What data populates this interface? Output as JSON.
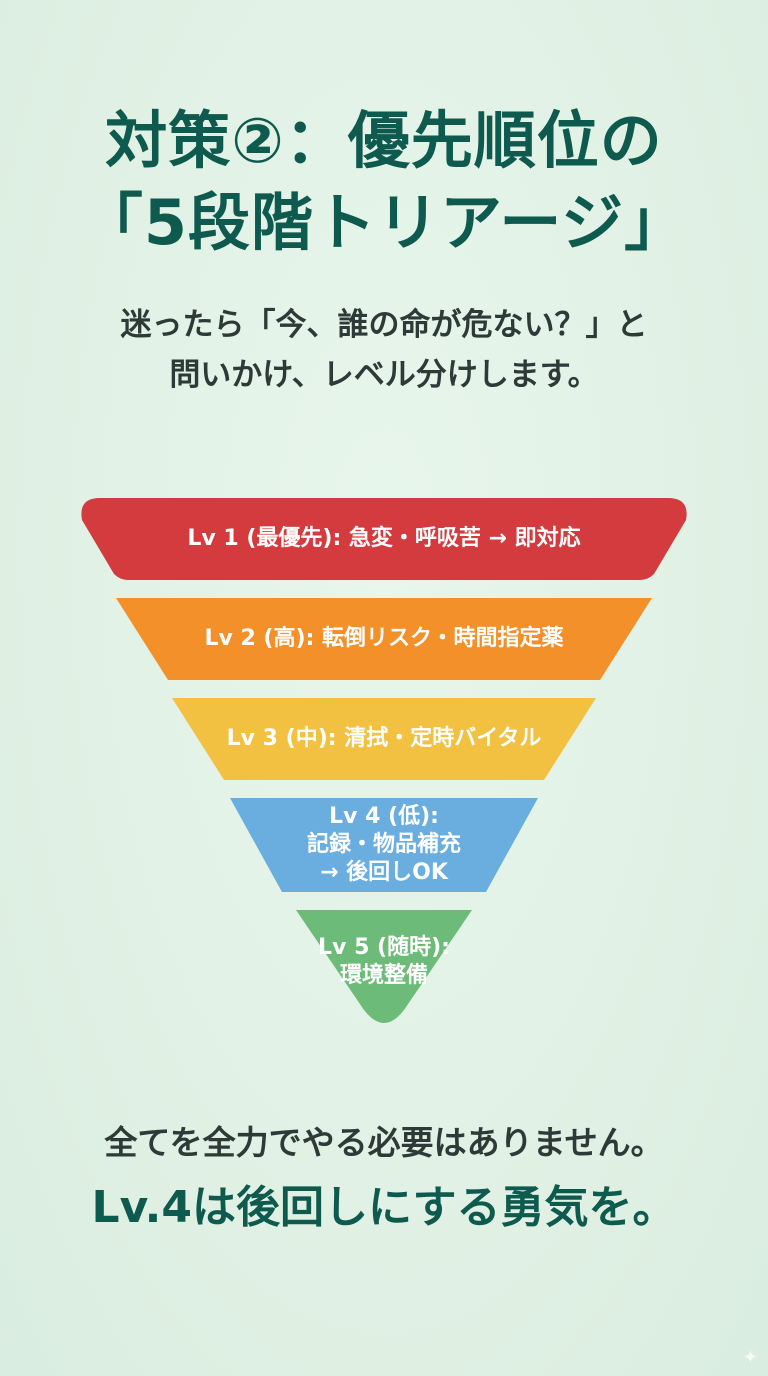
{
  "title": {
    "line1": "対策②：優先順位の",
    "line2": "「5段階トリアージ」"
  },
  "subtitle": {
    "line1": "迷ったら「今、誰の命が危ない？」と",
    "line2": "問いかけ、レベル分けします。"
  },
  "levels": [
    {
      "lines": [
        "Lv 1 (最優先): 急変・呼吸苦 → 即対応"
      ],
      "color": "#d33b3e"
    },
    {
      "lines": [
        "Lv 2 (高): 転倒リスク・時間指定薬"
      ],
      "color": "#f4902a"
    },
    {
      "lines": [
        "Lv 3 (中): 清拭・定時バイタル"
      ],
      "color": "#f2c142"
    },
    {
      "lines": [
        "Lv 4 (低):",
        "記録・物品補充",
        "→ 後回しOK"
      ],
      "color": "#6aaee0"
    },
    {
      "lines": [
        "Lv 5 (随時):",
        "環境整備"
      ],
      "color": "#6cbb78"
    }
  ],
  "footer": {
    "line1": "全てを全力でやる必要はありません。",
    "line2": "Lv.4は後回しにする勇気を。"
  },
  "colors": {
    "background": "#e2f2e6",
    "title": "#0e5a4e",
    "body_text": "#2e3a38"
  }
}
